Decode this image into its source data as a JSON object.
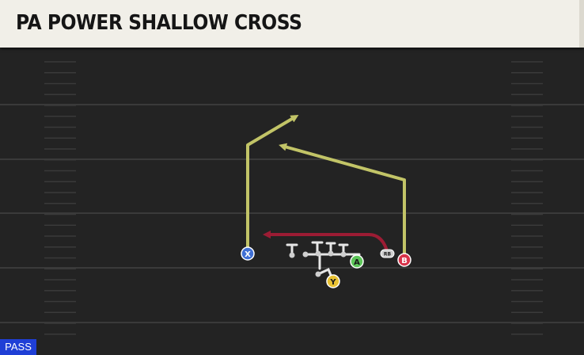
{
  "play": {
    "title": "PA POWER SHALLOW CROSS",
    "category": "PASS"
  },
  "players": {
    "x": {
      "label": "X",
      "color": "#3f6fd4"
    },
    "b": {
      "label": "B",
      "color": "#d8334a"
    },
    "a": {
      "label": "A",
      "color": "#5ec65a"
    },
    "y": {
      "label": "Y",
      "color": "#e9c233"
    },
    "rb": {
      "label": "RB",
      "color": "#cfcfcf"
    }
  },
  "colors": {
    "route_yellow": "#c2c467",
    "route_red": "#9c1c34",
    "field_bg": "#232323",
    "yard_line": "#3a3a3a",
    "hash_mark": "#3a3a3a",
    "block": "#e6e6e6",
    "title_bg": "#f1efe8",
    "badge_bg": "#1f3fd6"
  }
}
